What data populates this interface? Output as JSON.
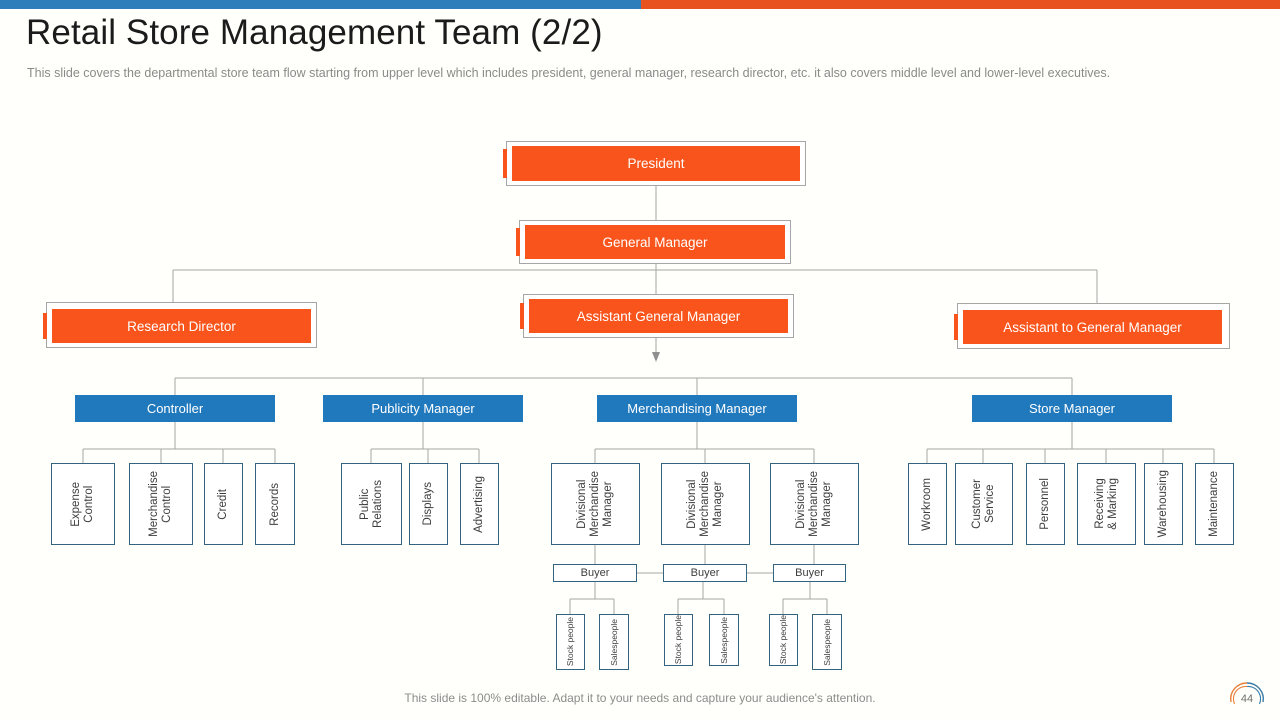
{
  "header": {
    "title": "Retail Store Management Team (2/2)",
    "subtitle": "This slide covers the departmental store team flow starting from upper level  which includes president, general manager, research director, etc. it also covers middle level and lower-level executives."
  },
  "theme": {
    "accent_orange": "#f9541b",
    "accent_blue": "#2079bd",
    "bar_blue": "#2e7ebb",
    "bar_orange": "#e8521e",
    "leaf_border": "#33647f",
    "connector": "#a6a6a6",
    "title_color": "#1b1b1b",
    "subtitle_color": "#8a8a8a"
  },
  "chart_data": {
    "type": "diagram",
    "title": "Retail Store Management Team (2/2)",
    "levels": [
      {
        "level": 1,
        "style": "orange",
        "nodes": [
          {
            "label": "President"
          }
        ]
      },
      {
        "level": 2,
        "style": "orange",
        "nodes": [
          {
            "label": "General Manager"
          }
        ]
      },
      {
        "level": 3,
        "style": "orange",
        "nodes": [
          {
            "label": "Research Director"
          },
          {
            "label": "Assistant General Manager"
          },
          {
            "label": "Assistant to General  Manager"
          }
        ]
      },
      {
        "level": 4,
        "style": "blue",
        "nodes": [
          {
            "label": "Controller"
          },
          {
            "label": "Publicity Manager"
          },
          {
            "label": "Merchandising  Manager"
          },
          {
            "label": "Store Manager"
          }
        ]
      },
      {
        "level": 5,
        "style": "leaf-vertical",
        "groups": [
          {
            "parent": "Controller",
            "nodes": [
              {
                "label": "Expense\nControl"
              },
              {
                "label": "Merchandise\nControl"
              },
              {
                "label": "Credit"
              },
              {
                "label": "Records"
              }
            ]
          },
          {
            "parent": "Publicity Manager",
            "nodes": [
              {
                "label": "Public\nRelations"
              },
              {
                "label": "Displays"
              },
              {
                "label": "Advertising"
              }
            ]
          },
          {
            "parent": "Merchandising  Manager",
            "nodes": [
              {
                "label": "Divisional\nMerchandise\nManager"
              },
              {
                "label": "Divisional\nMerchandise\nManager"
              },
              {
                "label": "Divisional\nMerchandise\nManager"
              }
            ]
          },
          {
            "parent": "Store Manager",
            "nodes": [
              {
                "label": "Workroom"
              },
              {
                "label": "Customer\nService"
              },
              {
                "label": "Personnel"
              },
              {
                "label": "Receiving\n& Marking"
              },
              {
                "label": "Warehousing"
              },
              {
                "label": "Maintenance"
              }
            ]
          }
        ]
      },
      {
        "level": 6,
        "style": "leaf",
        "nodes": [
          {
            "label": "Buyer"
          },
          {
            "label": "Buyer"
          },
          {
            "label": "Buyer"
          }
        ]
      },
      {
        "level": 7,
        "style": "leaf-vertical",
        "groups": [
          {
            "parent": "Buyer",
            "nodes": [
              {
                "label": "Stock people"
              },
              {
                "label": "Salespeople"
              }
            ]
          },
          {
            "parent": "Buyer",
            "nodes": [
              {
                "label": "Stock people"
              },
              {
                "label": "Salespeople"
              }
            ]
          },
          {
            "parent": "Buyer",
            "nodes": [
              {
                "label": "Stock people"
              },
              {
                "label": "Salespeople"
              }
            ]
          }
        ]
      }
    ]
  },
  "footer": {
    "note": "This slide is 100% editable. Adapt it to your needs and capture your audience's attention.",
    "page_number": "44"
  }
}
